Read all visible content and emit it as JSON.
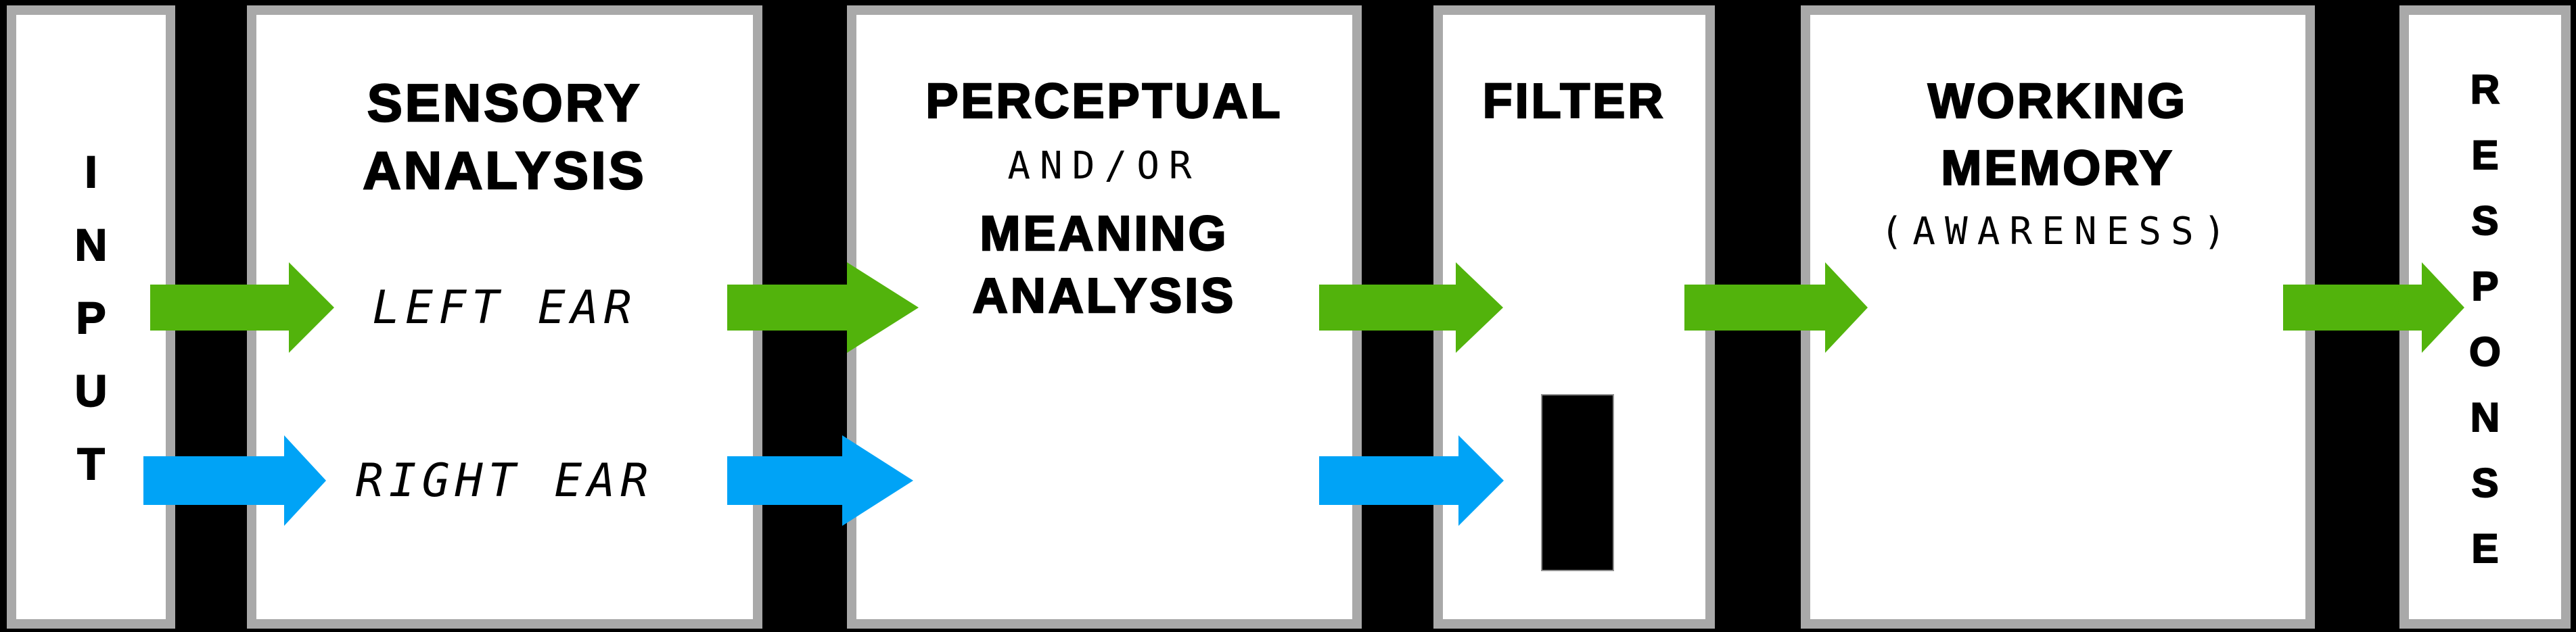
{
  "diagram": {
    "title_implicit": "Late-selection model of auditory attention",
    "colors": {
      "canvas_bg": "#000000",
      "box_bg": "#ffffff",
      "border_gray": "#a9a9a9",
      "text": "#000000",
      "arrow_green": "#52b30c",
      "arrow_blue": "#00a3f6",
      "blocker_black": "#000000"
    },
    "boxes": {
      "input": {
        "label": "INPUT",
        "letters": [
          "I",
          "N",
          "P",
          "U",
          "T"
        ]
      },
      "sensory": {
        "line1": "SENSORY",
        "line2": "ANALYSIS",
        "channel_top": "LEFT EAR",
        "channel_bottom": "RIGHT EAR"
      },
      "perceptual": {
        "line1": "PERCEPTUAL",
        "line2": "AND/OR",
        "line3": "MEANING",
        "line4": "ANALYSIS"
      },
      "filter": {
        "title": "FILTER",
        "blocker": "black-rectangle blocking unattended (right-ear) channel"
      },
      "working_memory": {
        "line1": "WORKING",
        "line2": "MEMORY",
        "line3": "(AWARENESS)"
      },
      "response": {
        "label": "RESPONSE",
        "letters": [
          "R",
          "E",
          "S",
          "P",
          "O",
          "N",
          "S",
          "E"
        ]
      }
    },
    "arrows": [
      {
        "id": "green-input-to-sensory",
        "channel": "left-ear / attended",
        "color_key": "arrow_green"
      },
      {
        "id": "blue-input-to-sensory",
        "channel": "right-ear / unattended",
        "color_key": "arrow_blue"
      },
      {
        "id": "green-sensory-to-perceptual",
        "channel": "left-ear / attended",
        "color_key": "arrow_green"
      },
      {
        "id": "blue-sensory-to-perceptual",
        "channel": "right-ear / unattended",
        "color_key": "arrow_blue"
      },
      {
        "id": "green-perceptual-to-filter",
        "channel": "left-ear / attended",
        "color_key": "arrow_green"
      },
      {
        "id": "blue-perceptual-to-filter",
        "channel": "right-ear / unattended (stopped at filter)",
        "color_key": "arrow_blue"
      },
      {
        "id": "green-filter-to-working-memory",
        "channel": "left-ear / attended",
        "color_key": "arrow_green"
      },
      {
        "id": "green-working-memory-to-response",
        "channel": "left-ear / attended",
        "color_key": "arrow_green"
      }
    ]
  }
}
